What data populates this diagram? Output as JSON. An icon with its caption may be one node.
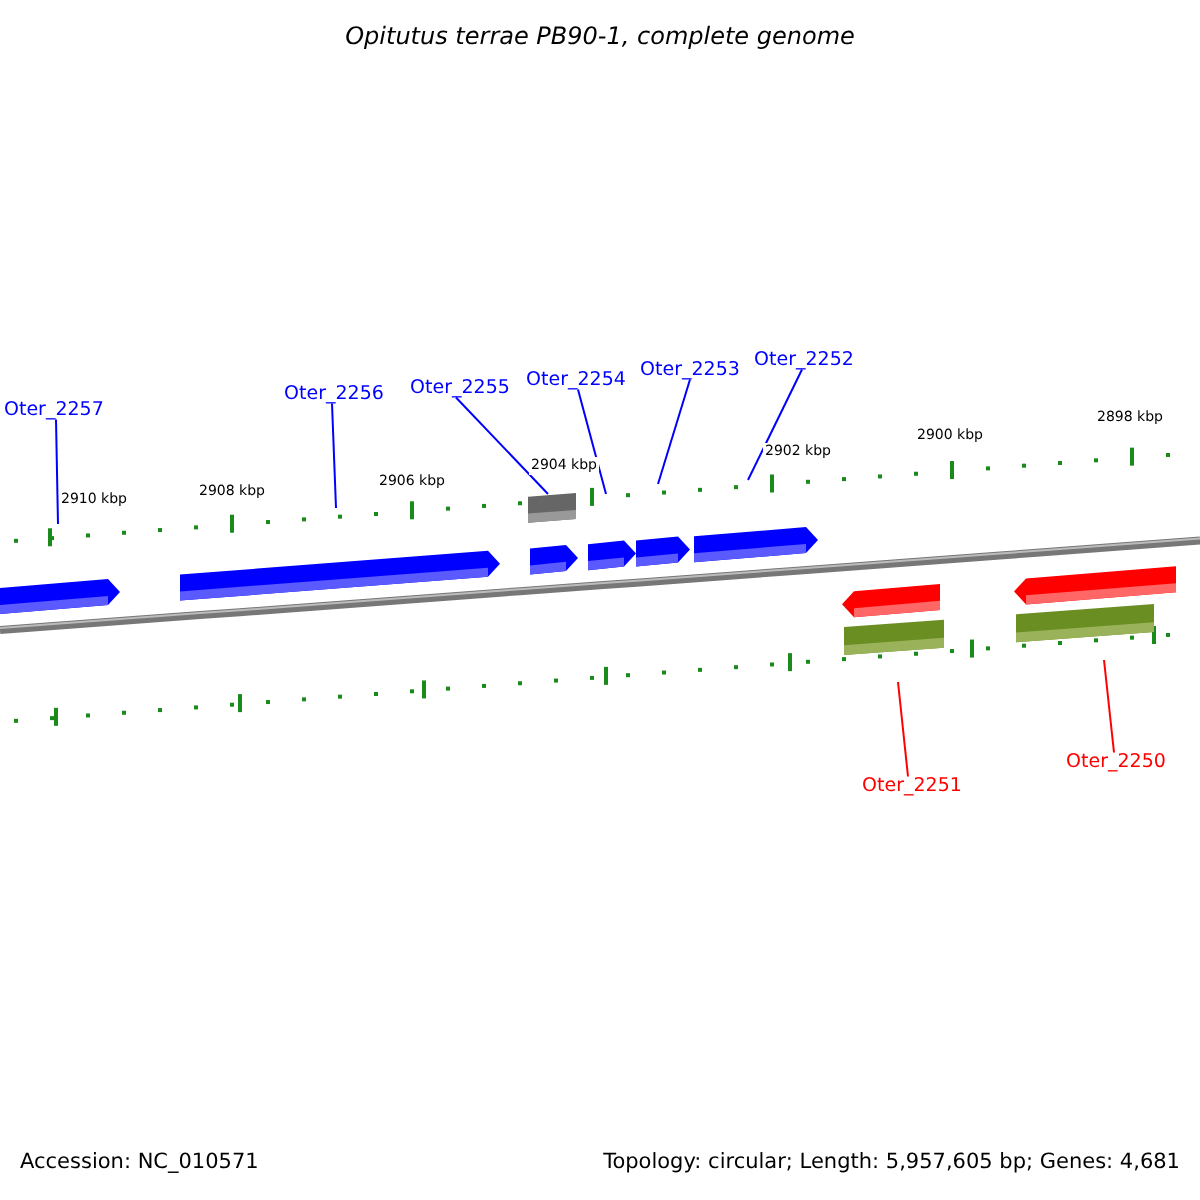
{
  "diagram": {
    "title": "Opitutus terrae PB90-1, complete genome",
    "nodes": [
      {
        "text": [
          "Oter_2257"
        ]
      },
      {
        "text": [
          "Oter_2256"
        ]
      },
      {
        "text": [
          "Oter_2255"
        ]
      },
      {
        "text": [
          "Oter_2254"
        ]
      },
      {
        "text": [
          "Oter_2253"
        ]
      },
      {
        "text": [
          "Oter_2252"
        ]
      },
      {
        "text": [
          "Oter_2251"
        ]
      },
      {
        "text": [
          "Oter_2250"
        ]
      }
    ],
    "edges": [
      {
        "from": 0,
        "to": null,
        "arrow": "none"
      },
      {
        "from": 1,
        "to": null,
        "arrow": "none"
      },
      {
        "from": 2,
        "to": null,
        "arrow": "none"
      },
      {
        "from": 3,
        "to": null,
        "arrow": "none"
      },
      {
        "from": 4,
        "to": null,
        "arrow": "none"
      },
      {
        "from": 5,
        "to": null,
        "arrow": "none"
      },
      {
        "from": 6,
        "to": null,
        "arrow": "none",
        "color": "#ff0000"
      },
      {
        "from": 7,
        "to": null,
        "arrow": "none",
        "color": "#ff0000"
      }
    ],
    "labels": [
      "2910 kbp",
      "2908 kbp",
      "2906 kbp",
      "2904 kbp",
      "2902 kbp",
      "2900 kbp",
      "2898 kbp",
      "Accession: NC_010571",
      "Topology: circular; Length: 5,957,605 bp; Genes: 4,681"
    ]
  }
}
